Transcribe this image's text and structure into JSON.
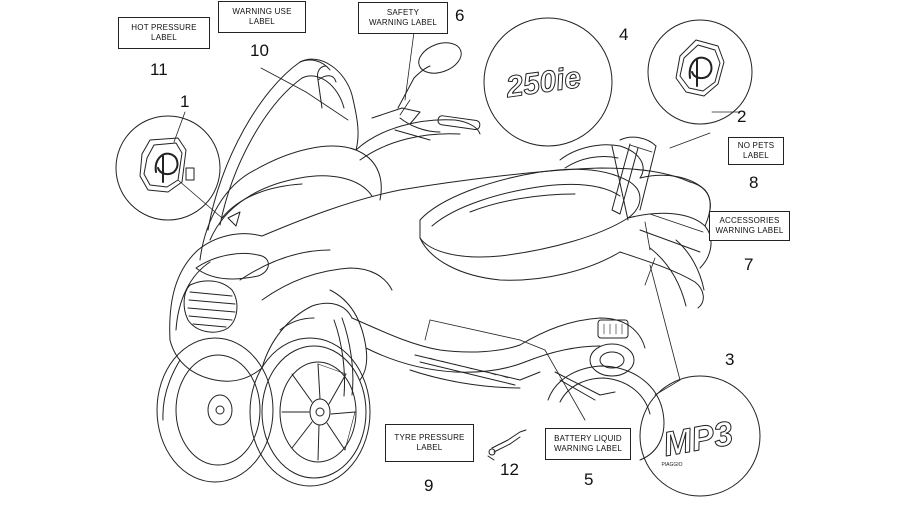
{
  "callouts": [
    {
      "id": "1",
      "number": "1"
    },
    {
      "id": "2",
      "number": "2"
    },
    {
      "id": "3",
      "number": "3"
    },
    {
      "id": "4",
      "number": "4"
    },
    {
      "id": "5",
      "number": "5",
      "line1": "BATTERY LIQUID",
      "line2": "WARNING LABEL"
    },
    {
      "id": "6",
      "number": "6",
      "line1": "SAFETY",
      "line2": "WARNING LABEL"
    },
    {
      "id": "7",
      "number": "7",
      "line1": "ACCESSORIES",
      "line2": "WARNING LABEL"
    },
    {
      "id": "8",
      "number": "8",
      "line1": "NO PETS",
      "line2": "LABEL"
    },
    {
      "id": "9",
      "number": "9",
      "line1": "TYRE PRESSURE",
      "line2": "LABEL"
    },
    {
      "id": "10",
      "number": "10",
      "line1": "WARNING USE",
      "line2": "LABEL"
    },
    {
      "id": "11",
      "number": "11",
      "line1": "HOT PRESSURE",
      "line2": "LABEL"
    },
    {
      "id": "12",
      "number": "12"
    }
  ],
  "decals": {
    "model_badge": "250ie",
    "mp3_logo": "MP3",
    "mp3_brand": "PIAGGIO"
  }
}
